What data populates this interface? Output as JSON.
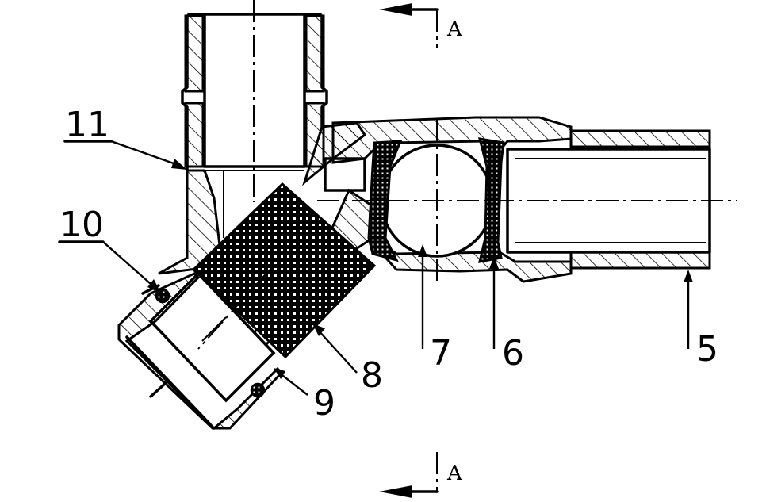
{
  "labels": {
    "l11": "11",
    "l10": "10",
    "l9": "9",
    "l8": "8",
    "l7": "7",
    "l6": "6",
    "l5": "5"
  },
  "section": {
    "top": "A",
    "bottom": "A"
  }
}
